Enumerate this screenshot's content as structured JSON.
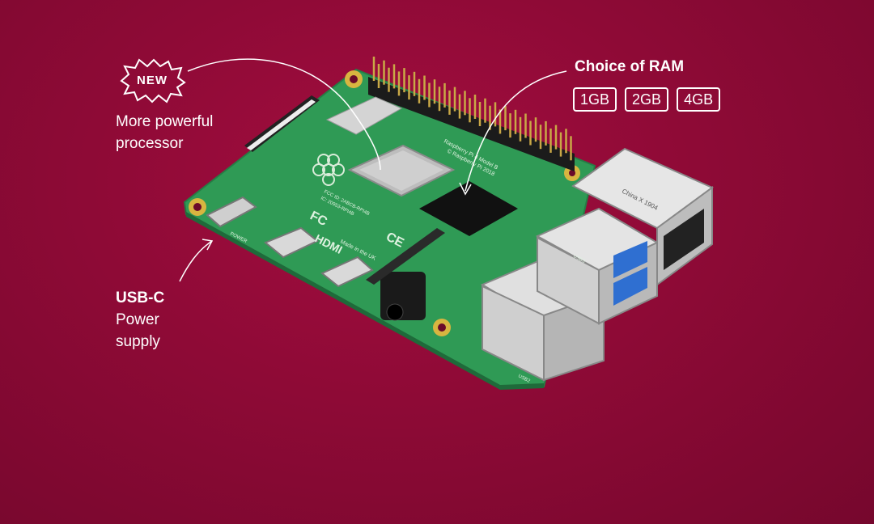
{
  "callouts": {
    "new_badge": "NEW",
    "processor_line1": "More powerful",
    "processor_line2": "processor",
    "ram_title": "Choice of RAM",
    "ram_options": [
      "1GB",
      "2GB",
      "4GB"
    ],
    "usbc_line1": "USB-C",
    "usbc_line2": "Power",
    "usbc_line3": "supply"
  },
  "board_markings": {
    "hdmi": "HDMI",
    "fcc": "FC",
    "ce": "CE",
    "made_in": "Made in the UK",
    "model": "Raspberry Pi 4 Model B",
    "copyright": "© Raspberry Pi 2018",
    "fcc_id": "FCC ID: 2ABCB-RPI4B",
    "ic": "IC: 20953-RPI4B",
    "power_label": "POWER",
    "usb2": "USB2",
    "usb3": "USB3",
    "eth_label": "China X 1904"
  },
  "colors": {
    "background": "#8e0a36",
    "pcb": "#2f9a55",
    "accent_white": "#ffffff"
  }
}
